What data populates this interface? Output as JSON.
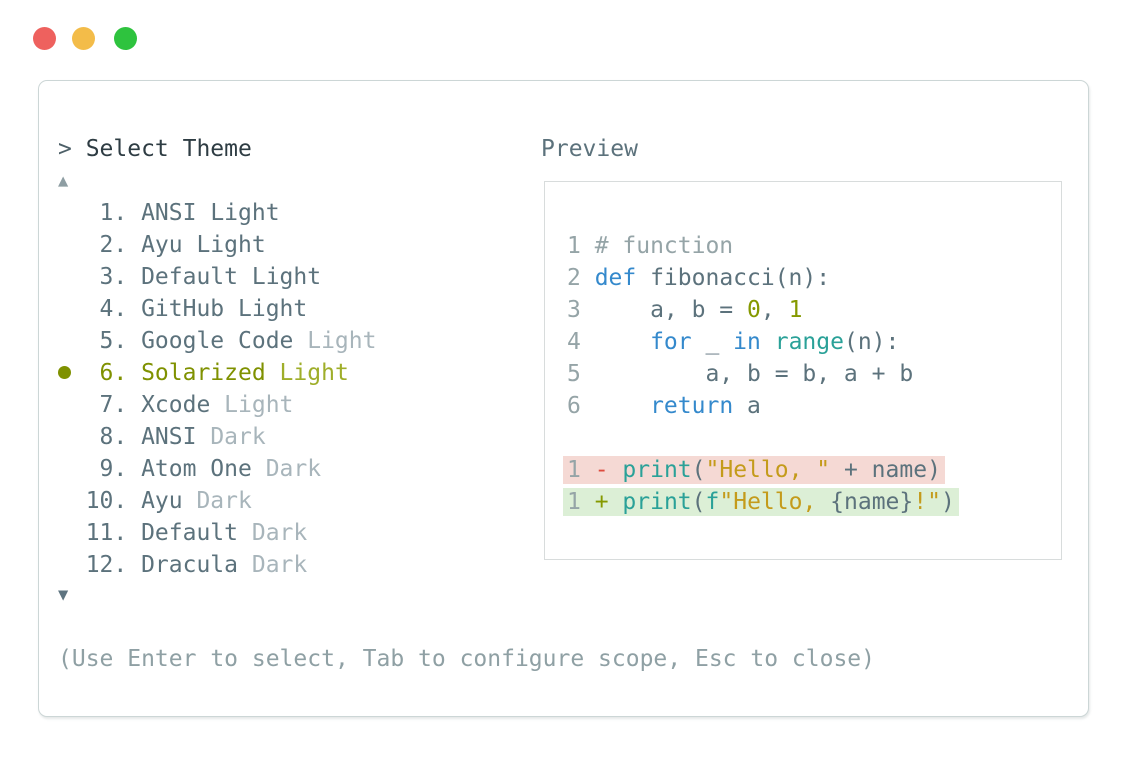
{
  "window": {
    "traffic_lights": [
      {
        "icon": "close-circle",
        "color": "#ee615e"
      },
      {
        "icon": "minimize-circle",
        "color": "#f3bc49"
      },
      {
        "icon": "zoom-circle",
        "color": "#2ec33e"
      }
    ]
  },
  "header": {
    "prompt": ">",
    "title": "Select Theme"
  },
  "theme_list": {
    "scroll_up_icon": "▲",
    "scroll_down_icon": "▼",
    "selected_index": 5,
    "items": [
      {
        "num": "1.",
        "name": "ANSI",
        "variant": "Light",
        "selected": false,
        "variant_dim": false
      },
      {
        "num": "2.",
        "name": "Ayu",
        "variant": "Light",
        "selected": false,
        "variant_dim": false
      },
      {
        "num": "3.",
        "name": "Default",
        "variant": "Light",
        "selected": false,
        "variant_dim": false
      },
      {
        "num": "4.",
        "name": "GitHub",
        "variant": "Light",
        "selected": false,
        "variant_dim": false
      },
      {
        "num": "5.",
        "name": "Google Code",
        "variant": "Light",
        "selected": false,
        "variant_dim": true
      },
      {
        "num": "6.",
        "name": "Solarized",
        "variant": "Light",
        "selected": true,
        "variant_dim": false
      },
      {
        "num": "7.",
        "name": "Xcode",
        "variant": "Light",
        "selected": false,
        "variant_dim": true
      },
      {
        "num": "8.",
        "name": "ANSI",
        "variant": "Dark",
        "selected": false,
        "variant_dim": true
      },
      {
        "num": "9.",
        "name": "Atom One",
        "variant": "Dark",
        "selected": false,
        "variant_dim": true
      },
      {
        "num": "10.",
        "name": "Ayu",
        "variant": "Dark",
        "selected": false,
        "variant_dim": true
      },
      {
        "num": "11.",
        "name": "Default",
        "variant": "Dark",
        "selected": false,
        "variant_dim": true
      },
      {
        "num": "12.",
        "name": "Dracula",
        "variant": "Dark",
        "selected": false,
        "variant_dim": true
      }
    ]
  },
  "preview": {
    "label": "Preview",
    "lines": [
      {
        "ln": "1",
        "tokens": [
          [
            "comment",
            "# function"
          ]
        ]
      },
      {
        "ln": "2",
        "tokens": [
          [
            "kw",
            "def"
          ],
          [
            "plain",
            " fibonacci(n):"
          ]
        ]
      },
      {
        "ln": "3",
        "tokens": [
          [
            "plain",
            "    a, b = "
          ],
          [
            "num",
            "0"
          ],
          [
            "plain",
            ", "
          ],
          [
            "num",
            "1"
          ]
        ]
      },
      {
        "ln": "4",
        "tokens": [
          [
            "plain",
            "    "
          ],
          [
            "kw",
            "for"
          ],
          [
            "plain",
            " _ "
          ],
          [
            "kw",
            "in"
          ],
          [
            "plain",
            " "
          ],
          [
            "fn",
            "range"
          ],
          [
            "plain",
            "(n):"
          ]
        ]
      },
      {
        "ln": "5",
        "tokens": [
          [
            "plain",
            "        a, b = b, a + b"
          ]
        ]
      },
      {
        "ln": "6",
        "tokens": [
          [
            "plain",
            "    "
          ],
          [
            "kw",
            "return"
          ],
          [
            "plain",
            " a"
          ]
        ]
      },
      {
        "ln": "",
        "tokens": []
      },
      {
        "ln": "1",
        "diff": "removed",
        "tokens": [
          [
            "minus",
            "-"
          ],
          [
            "plain",
            " "
          ],
          [
            "fn",
            "print"
          ],
          [
            "plain",
            "("
          ],
          [
            "str",
            "\"Hello, \""
          ],
          [
            "plain",
            " + name)"
          ]
        ]
      },
      {
        "ln": "1",
        "diff": "added",
        "tokens": [
          [
            "plus",
            "+"
          ],
          [
            "plain",
            " "
          ],
          [
            "fn",
            "print"
          ],
          [
            "plain",
            "("
          ],
          [
            "fn",
            "f"
          ],
          [
            "str",
            "\"Hello, "
          ],
          [
            "plain",
            "{name}"
          ],
          [
            "str",
            "!\""
          ],
          [
            "plain",
            ")"
          ]
        ]
      }
    ]
  },
  "footer": {
    "hint": "(Use Enter to select, Tab to configure scope, Esc to close)"
  },
  "colors": {
    "plain": "#5c727c",
    "title": "#2e3c43",
    "prompt": "#4d6068",
    "dim": "#a8b5bb",
    "sel": "#7f9100",
    "sel_dim": "#9fae2a",
    "gray": "#95a4a7",
    "footer": "#8fa0a4",
    "kw": "#3489cc",
    "fn": "#2aa198",
    "olive": "#859900",
    "str": "#c49b1b",
    "red": "#dd4b3e",
    "removed_bg": "#f5d9d4",
    "added_bg": "#dcefd6",
    "box_border": "#ccd6d6",
    "preview_border": "#d8dcdc",
    "arrow_up": "#8e9ea3",
    "arrow_down": "#5e7480"
  }
}
